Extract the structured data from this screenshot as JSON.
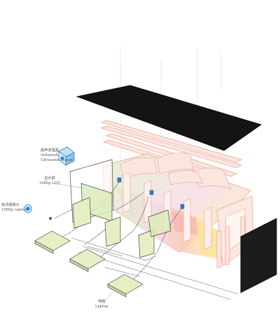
{
  "labels": {
    "sensor": {
      "zh": "超声波装置",
      "en1": "Arduino&",
      "en2": "Ultrasonic sensor"
    },
    "display": {
      "zh": "显示屏",
      "en": "1080p LCD"
    },
    "camera": {
      "zh": "高清摄像头",
      "en": "1080p camera"
    },
    "laptop": {
      "zh": "电脑",
      "en": "Laptop"
    }
  },
  "colors": {
    "roof": "#141414",
    "frame_line": "#e8a090",
    "frame_fill": "#fbe6df",
    "outline": "#444444",
    "screen_side": "#1c1c1c",
    "laptop_pad": "#e4f0c4",
    "panel_green": "#d9ecb8",
    "sensor_blue": "#2a7fd6",
    "leader": "#999999"
  }
}
